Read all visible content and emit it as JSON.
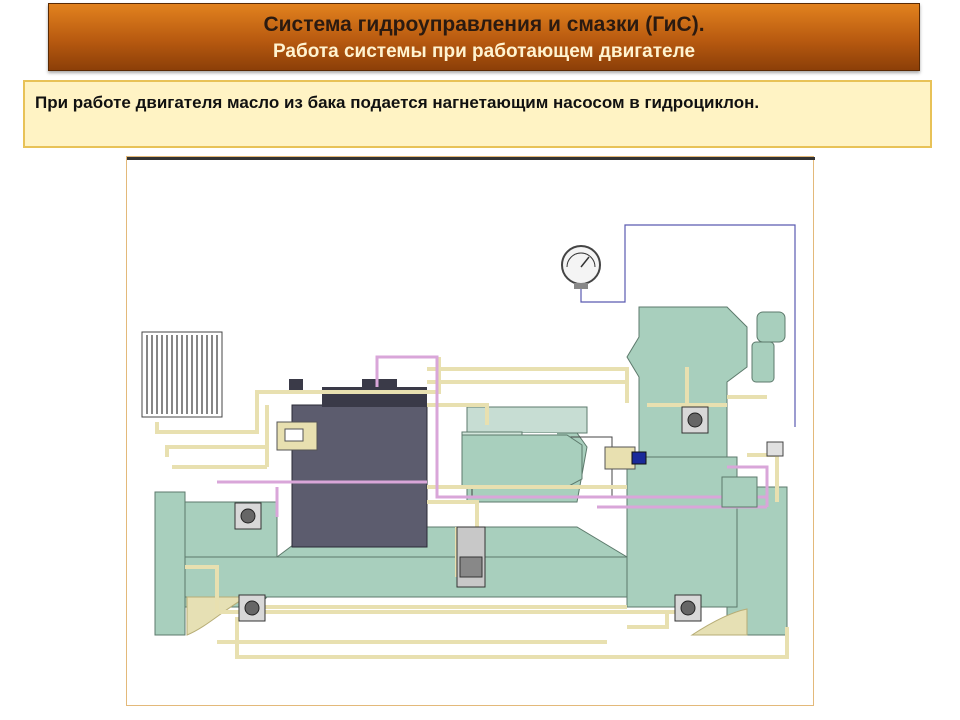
{
  "header": {
    "title": "Система гидроуправления и смазки (ГиС).",
    "subtitle": "Работа системы при работающем двигателе"
  },
  "caption": {
    "text": "При работе двигателя масло из бака подается нагнетающим насосом в гидроциклон."
  },
  "colors": {
    "title_bg": "#c0651a",
    "caption_bg": "#fff3c4",
    "component_fill": "#a8cfbd",
    "engine_block": "#5c5c6e",
    "oil_line": "#e8e0b0",
    "pressure_line": "#d9a6d9",
    "highlight_blue": "#1a2a9a"
  },
  "diagram": {
    "icons": [
      "radiator-icon",
      "pressure-gauge-icon",
      "engine-icon",
      "hydrocyclone-icon",
      "pump-icon",
      "gearbox-icon",
      "valve-icon"
    ]
  }
}
